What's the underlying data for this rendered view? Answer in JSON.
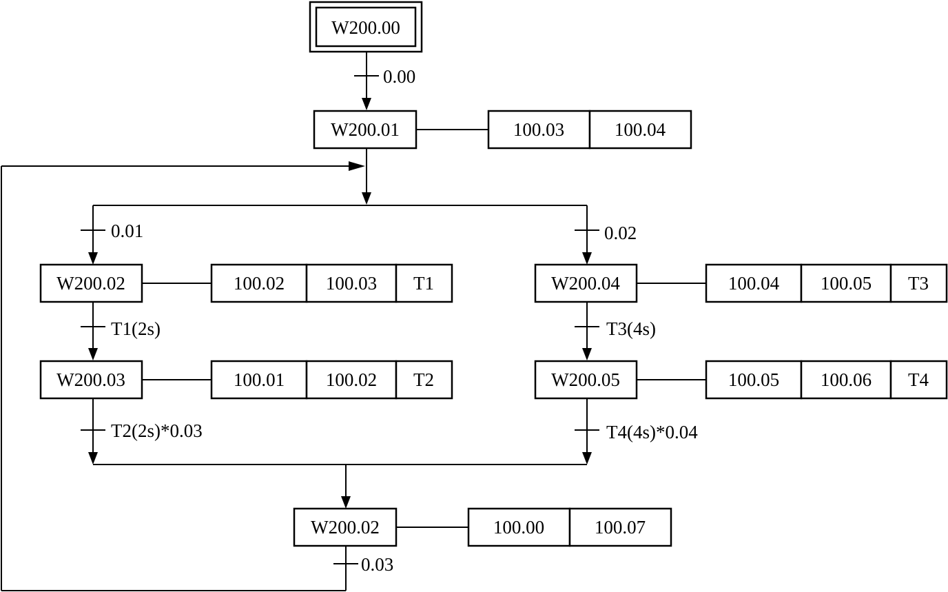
{
  "steps": {
    "initial": "W200.00",
    "s1": "W200.01",
    "s2": "W200.02",
    "s3": "W200.03",
    "s4": "W200.04",
    "s5": "W200.05",
    "s6": "W200.02"
  },
  "actions": {
    "s1": [
      "100.03",
      "100.04"
    ],
    "s2": [
      "100.02",
      "100.03",
      "T1"
    ],
    "s3": [
      "100.01",
      "100.02",
      "T2"
    ],
    "s4": [
      "100.04",
      "100.05",
      "T3"
    ],
    "s5": [
      "100.05",
      "100.06",
      "T4"
    ],
    "s6": [
      "100.00",
      "100.07"
    ]
  },
  "transitions": {
    "t0": "0.00",
    "t1": "0.01",
    "t2": "0.02",
    "t3": "T1(2s)",
    "t4": "T3(4s)",
    "t5": "T2(2s)*0.03",
    "t6": "T4(4s)*0.04",
    "t7": "0.03"
  }
}
